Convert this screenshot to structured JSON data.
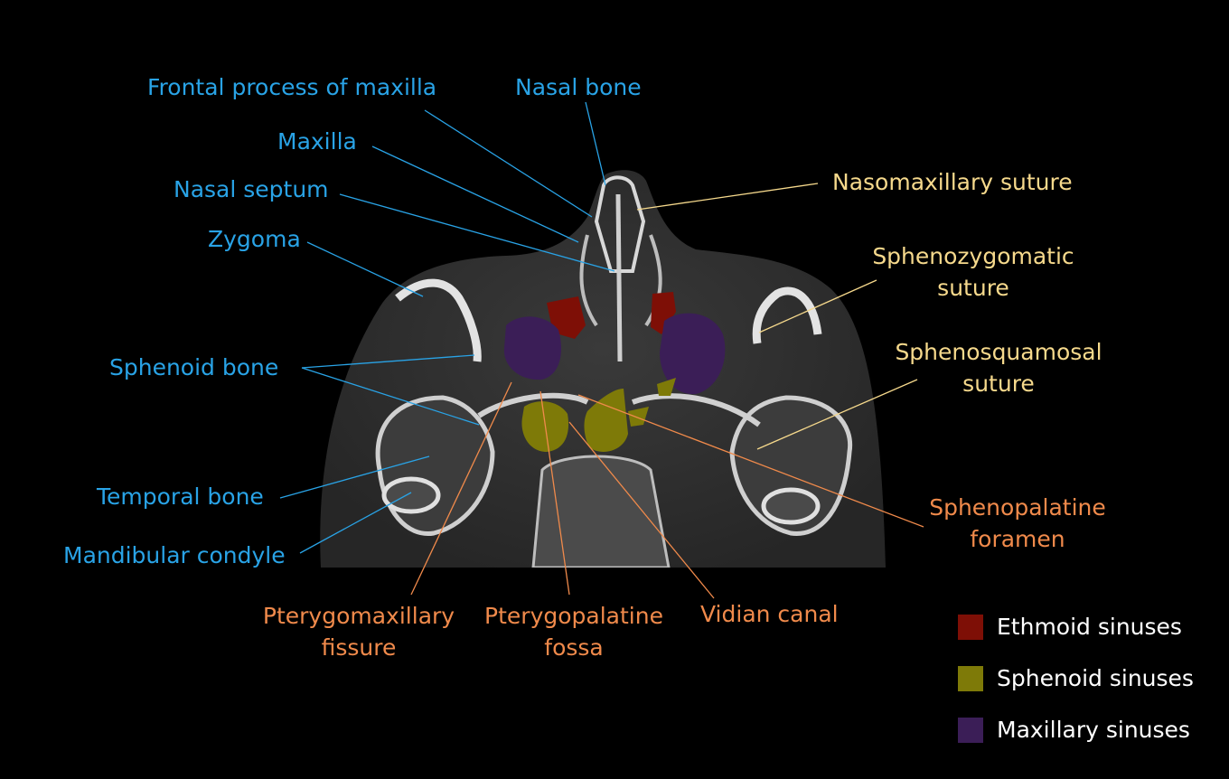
{
  "labels": {
    "frontal_process_of_maxilla": "Frontal process of maxilla",
    "nasal_bone": "Nasal bone",
    "maxilla": "Maxilla",
    "nasal_septum": "Nasal septum",
    "zygoma": "Zygoma",
    "sphenoid_bone": "Sphenoid bone",
    "temporal_bone": "Temporal bone",
    "mandibular_condyle": "Mandibular condyle",
    "nasomaxillary_suture": "Nasomaxillary suture",
    "sphenozygomatic_suture": [
      "Sphenozygomatic",
      "suture"
    ],
    "sphenosquamosal_suture": [
      "Sphenosquamosal",
      "suture"
    ],
    "sphenopalatine_foramen": [
      "Sphenopalatine",
      "foramen"
    ],
    "pterygomaxillary_fissure": [
      "Pterygomaxillary",
      "fissure"
    ],
    "pterygopalatine_fossa": [
      "Pterygopalatine",
      "fossa"
    ],
    "vidian_canal": "Vidian canal"
  },
  "legend": [
    {
      "label": "Ethmoid sinuses",
      "color": "#7e0f06"
    },
    {
      "label": "Sphenoid sinuses",
      "color": "#7e7a08"
    },
    {
      "label": "Maxillary sinuses",
      "color": "#3b1e57"
    }
  ],
  "colors": {
    "bone_label": "#29a3e6",
    "suture_label": "#f6d98c",
    "foramen_label": "#f08a4b"
  }
}
